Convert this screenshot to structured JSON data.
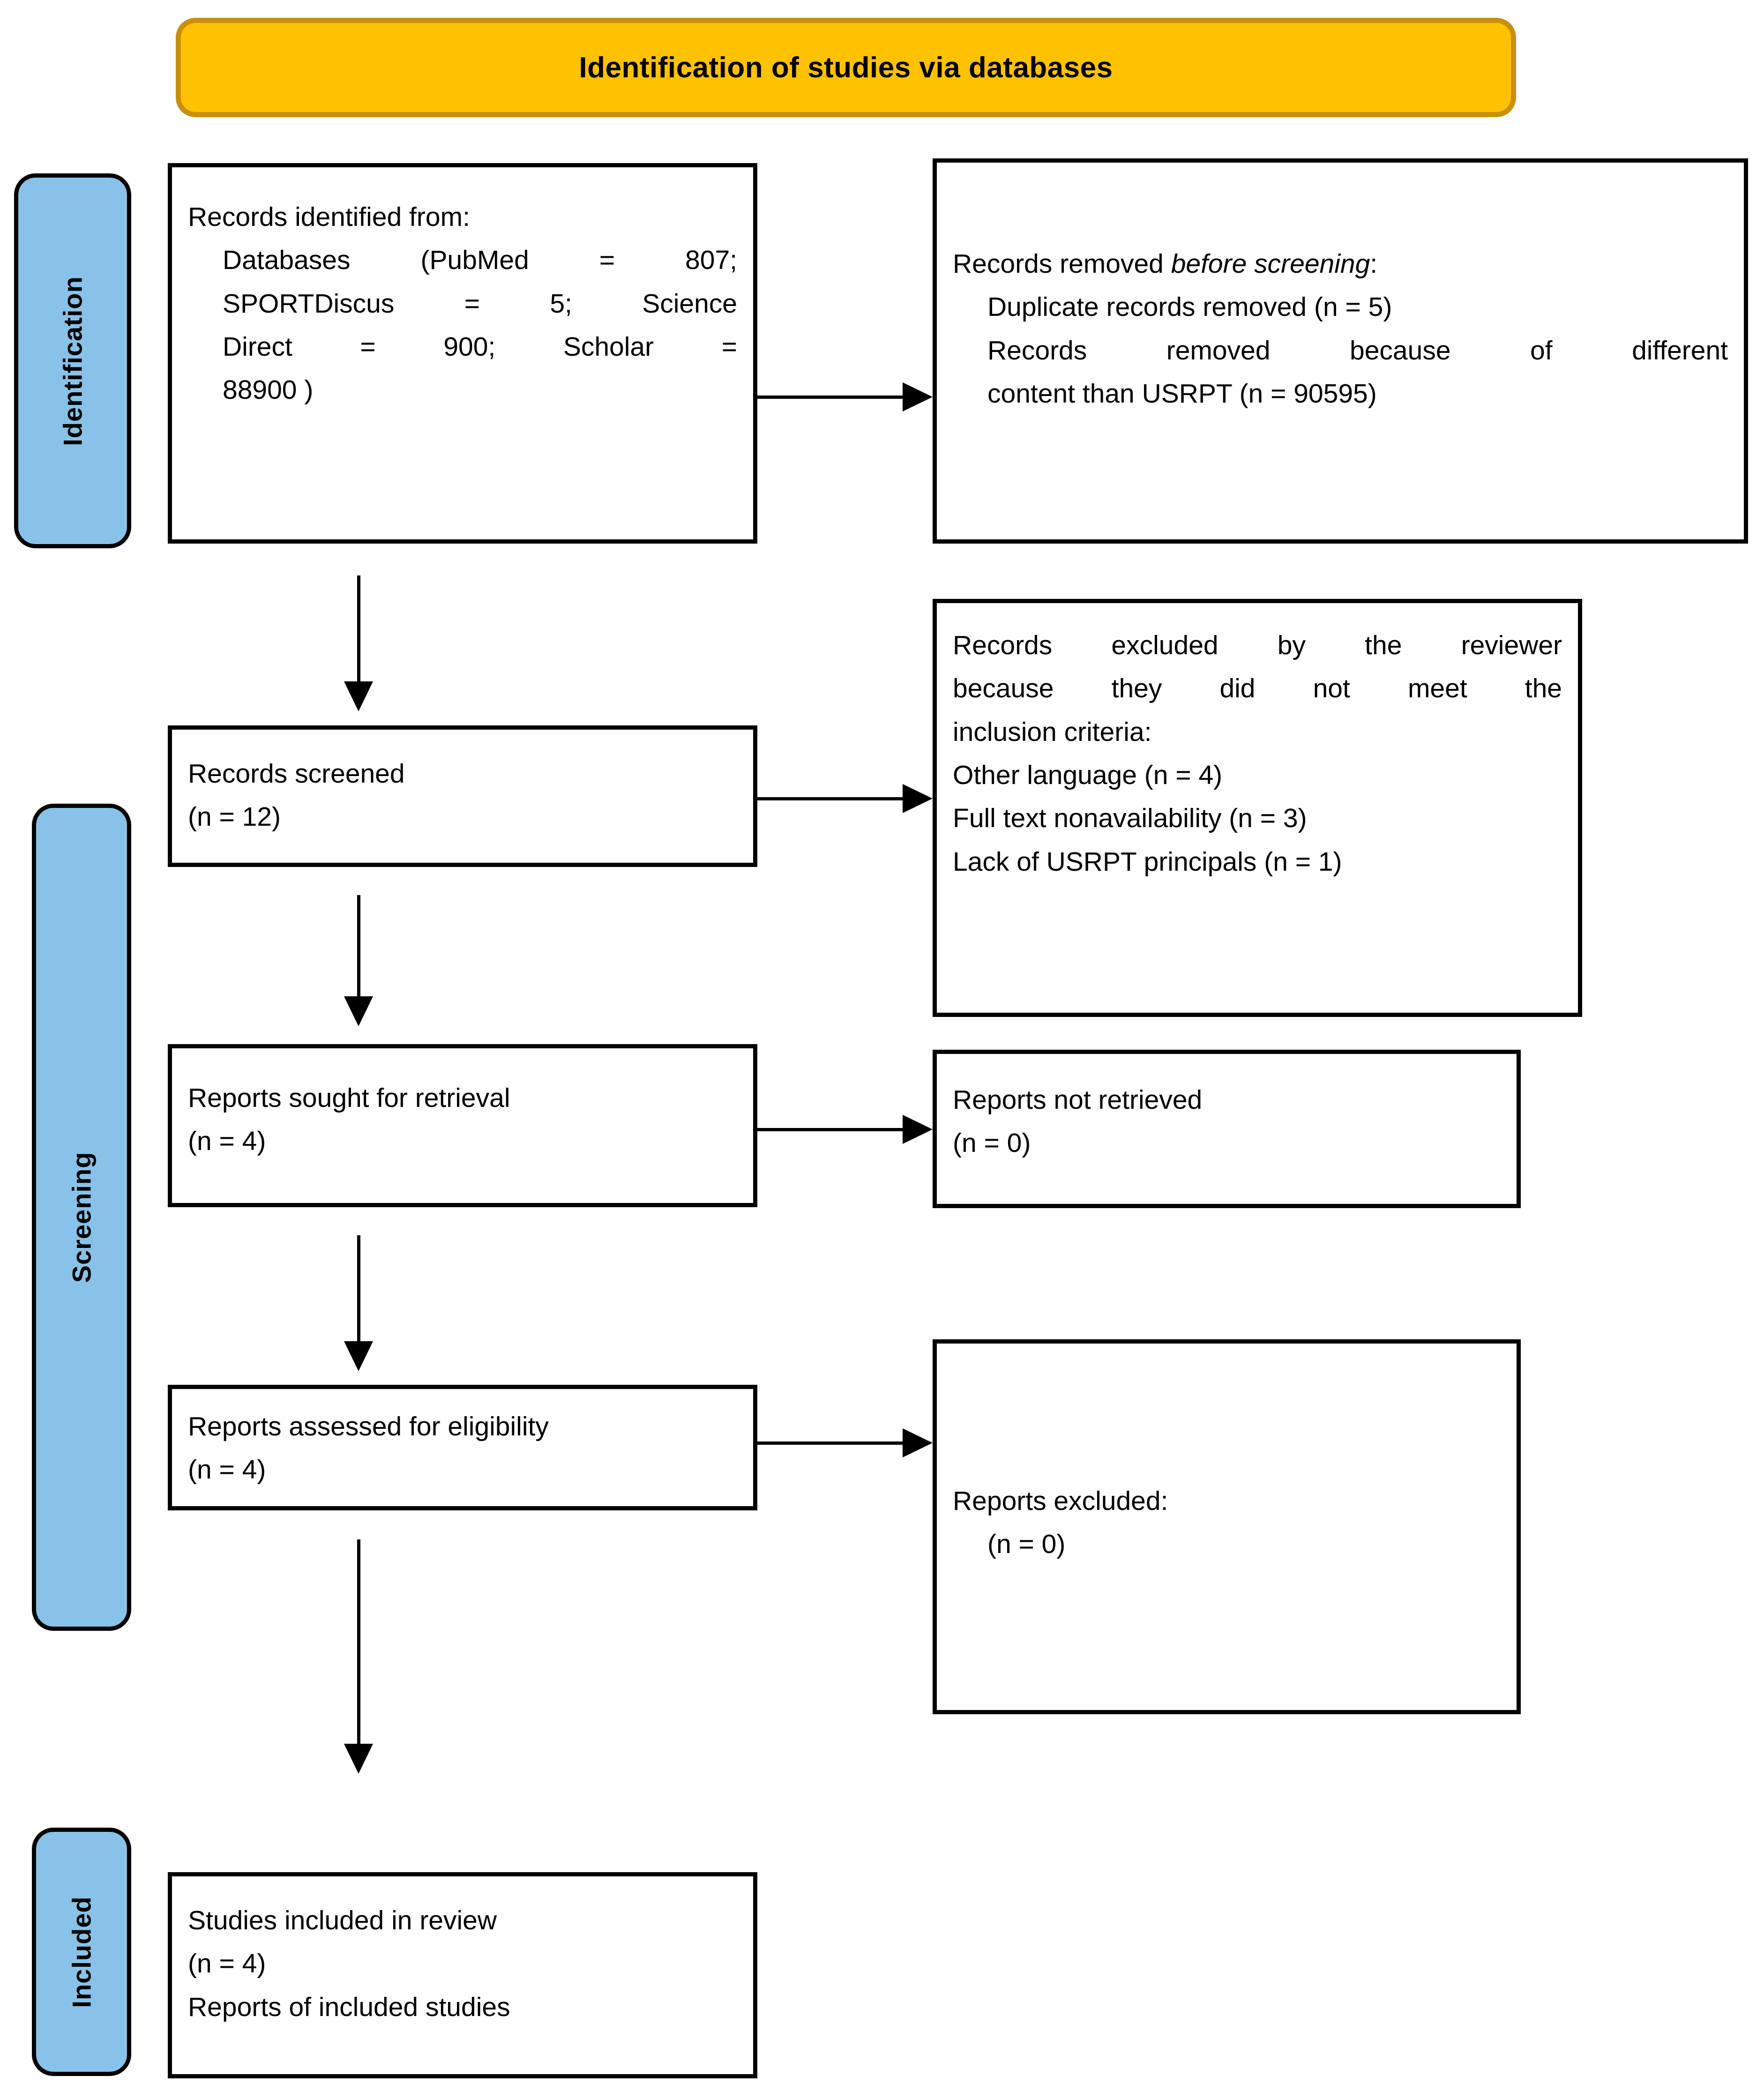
{
  "colors": {
    "banner_fill": "#FFC200",
    "banner_border": "#C8900A",
    "stage_fill": "#89C2E8",
    "line": "#000000"
  },
  "banner": {
    "title": "Identification of studies via databases"
  },
  "stages": [
    {
      "key": "identification",
      "label": "Identification"
    },
    {
      "key": "screening",
      "label": "Screening"
    },
    {
      "key": "included",
      "label": "Included"
    }
  ],
  "boxes": {
    "records_identified": {
      "heading": "Records identified from:",
      "lines": [
        "Databases (PubMed = 807;",
        "SPORTDiscus = 5; Science",
        "Direct = 900; Scholar =",
        "88900 )"
      ]
    },
    "records_removed": {
      "heading_pre": "Records removed ",
      "heading_em": "before screening",
      "heading_post": ":",
      "lines": [
        "Duplicate records removed (n = 5)",
        "Records removed because of different",
        "content than USRPT (n = 90595)"
      ]
    },
    "records_screened": {
      "line1": "Records screened",
      "line2": "(n = 12)"
    },
    "records_excluded": {
      "lines": [
        "Records excluded by the reviewer",
        "because they did not meet the",
        "inclusion criteria:"
      ],
      "reasons": [
        "Other language (n = 4)",
        "Full text nonavailability (n = 3)",
        "Lack of USRPT principals (n = 1)"
      ]
    },
    "reports_sought": {
      "line1": "Reports sought for retrieval",
      "line2": "(n = 4)"
    },
    "reports_not_retrieved": {
      "line1": "Reports not retrieved",
      "line2": "(n = 0)"
    },
    "reports_assessed": {
      "line1": "Reports assessed for eligibility",
      "line2": "(n = 4)"
    },
    "reports_excluded": {
      "line1": "Reports excluded:",
      "line2": "(n = 0)"
    },
    "studies_included": {
      "line1": "Studies included in review",
      "line2": "(n = 4)",
      "line3": "Reports of included studies"
    }
  }
}
